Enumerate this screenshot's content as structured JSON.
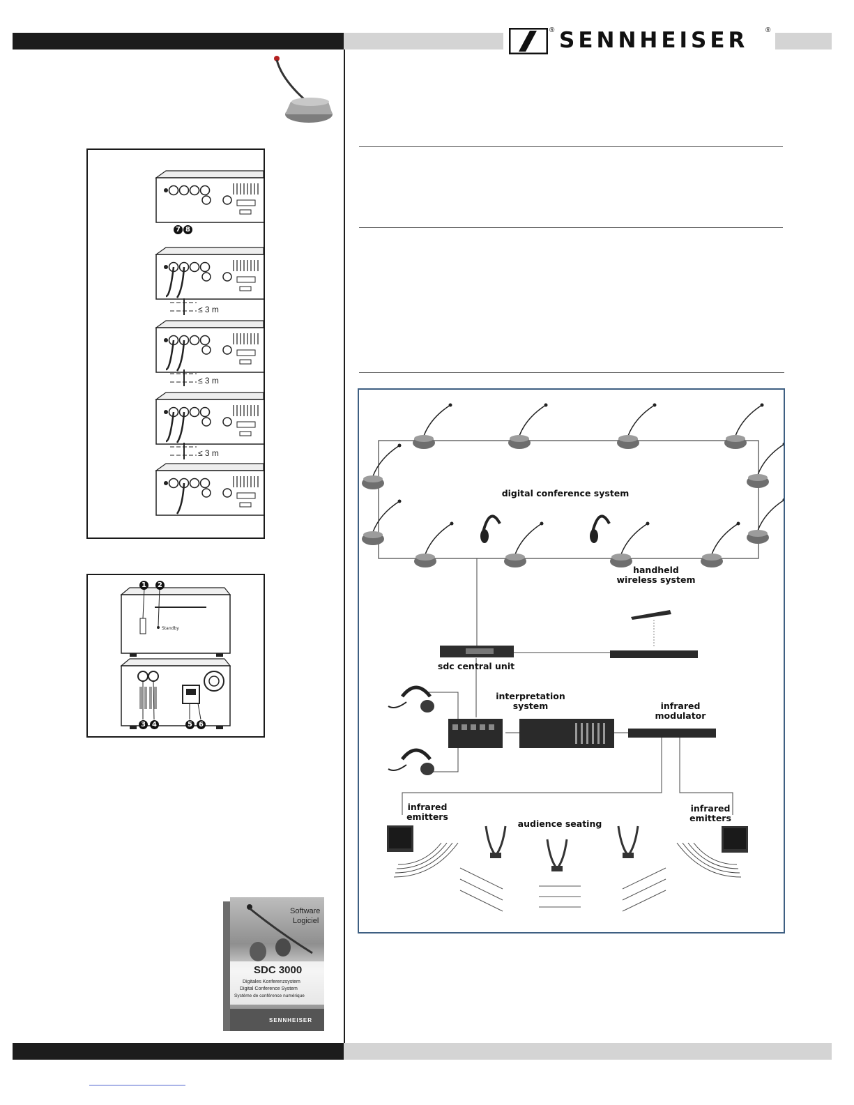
{
  "header": {
    "brand": "SENNHEISER",
    "registered": "®"
  },
  "device_chain": {
    "distance_label": "≤ 3 m",
    "callouts": [
      "7",
      "8"
    ]
  },
  "power_supply": {
    "callouts": [
      "1",
      "2",
      "3",
      "4",
      "5",
      "6"
    ]
  },
  "diagram": {
    "labels": {
      "conference": "digital conference system",
      "wireless": "handheld\nwireless system",
      "central": "sdc central unit",
      "interpretation": "interpretation\nsystem",
      "modulator": "infrared\nmodulator",
      "emitters_left": "infrared\nemitters",
      "emitters_right": "infrared\nemitters",
      "audience": "audience seating"
    }
  },
  "software_box": {
    "title_line1": "Software",
    "title_line2": "Logiciel",
    "product": "SDC 3000",
    "subtitle_de": "Digitales Konferenzsystem",
    "subtitle_en": "Digital Conference System",
    "subtitle_fr": "Système de conférence numérique",
    "brand": "SENNHEISER"
  }
}
